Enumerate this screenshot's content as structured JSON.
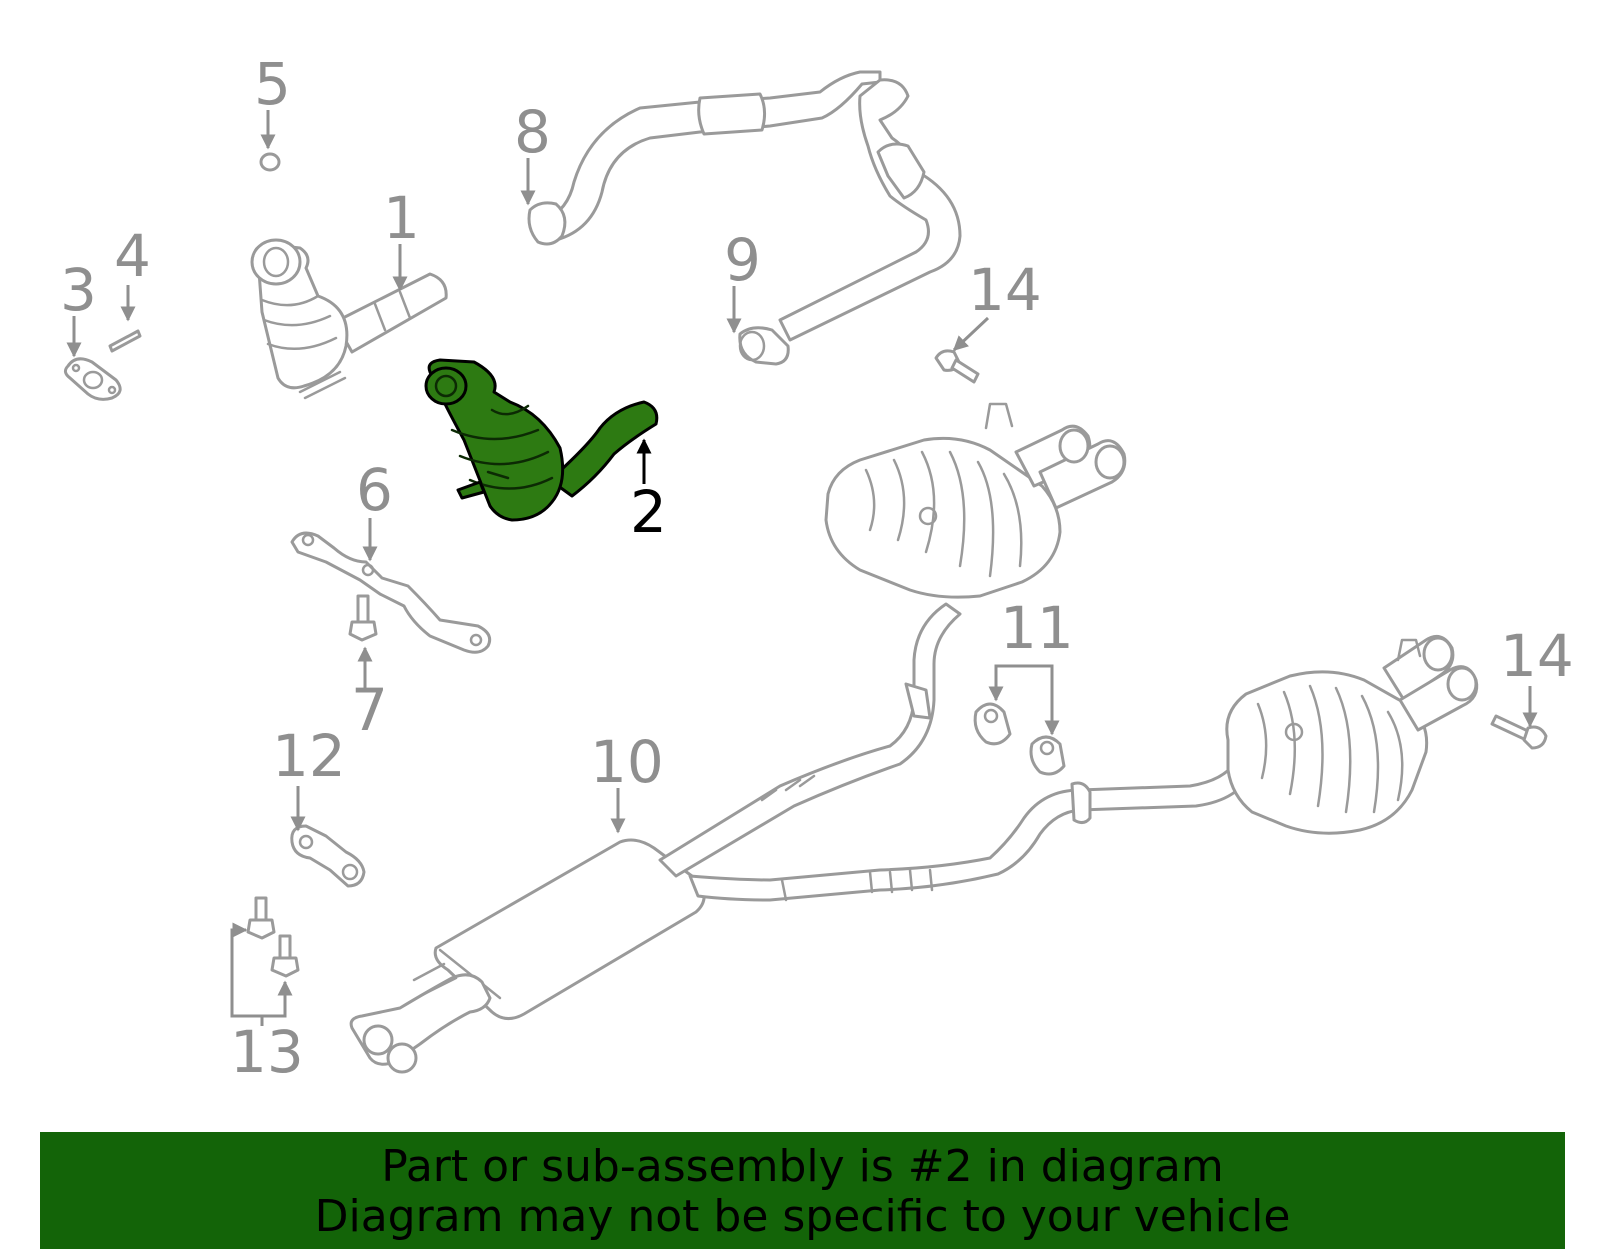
{
  "callouts": {
    "c1": "1",
    "c2": "2",
    "c3": "3",
    "c4": "4",
    "c5": "5",
    "c6": "6",
    "c7": "7",
    "c8": "8",
    "c9": "9",
    "c10": "10",
    "c11": "11",
    "c12": "12",
    "c13": "13",
    "c14a": "14",
    "c14b": "14"
  },
  "highlighted_part": "2",
  "colors": {
    "highlight": "#2d7a12",
    "banner": "#136408",
    "line": "#9a9a9a"
  },
  "banner": {
    "line1": "Part or sub-assembly is #2 in diagram",
    "line2": "Diagram may not be specific to your vehicle"
  }
}
